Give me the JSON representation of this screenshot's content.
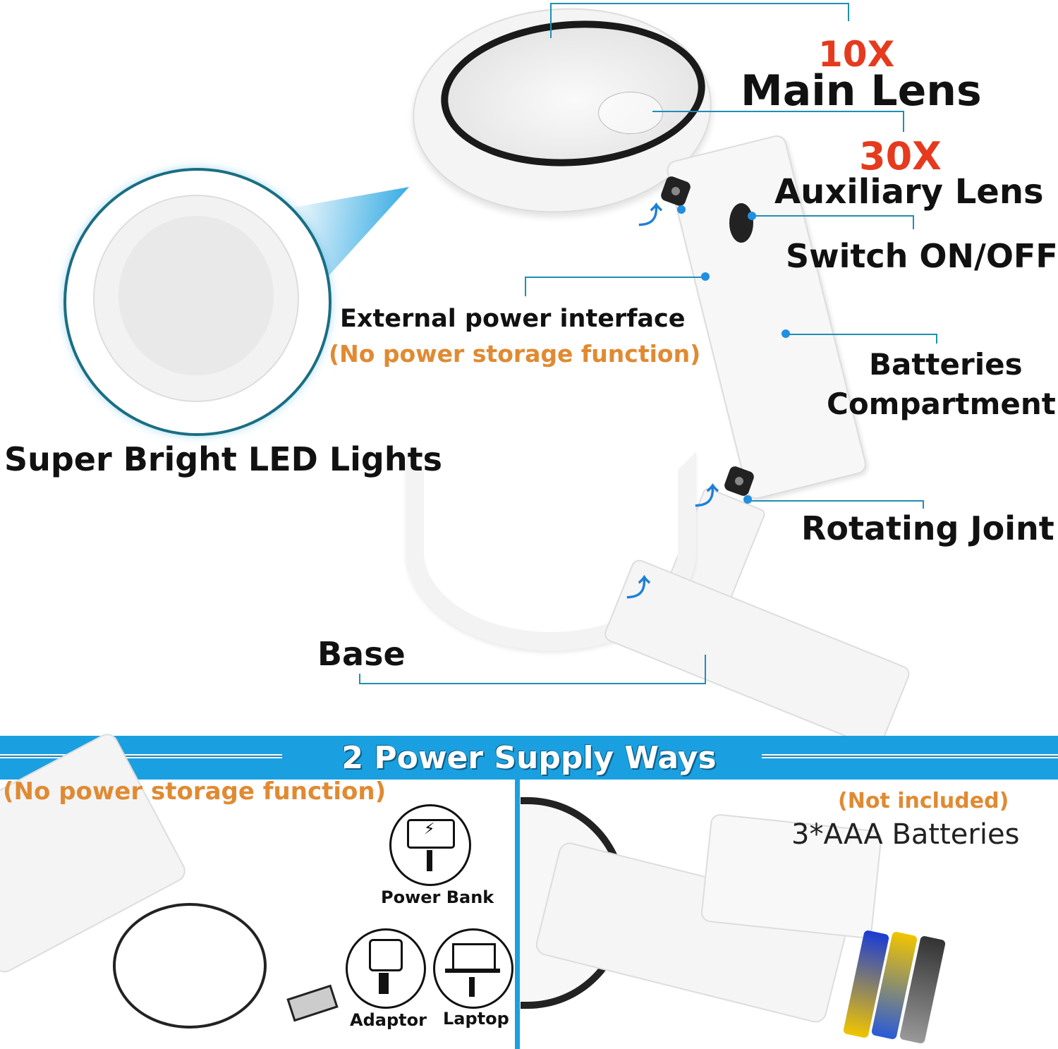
{
  "top_labels": {
    "main_lens_mag": "10X",
    "main_lens": "Main Lens",
    "aux_lens_mag": "30X",
    "aux_lens": "Auxiliary Lens",
    "switch": "Switch ON/OFF",
    "external_power": "External power interface",
    "external_power_note": "(No power storage function)",
    "batteries_line1": "Batteries",
    "batteries_line2": "Compartment",
    "led_lights": "Super Bright LED Lights",
    "rotating_joint": "Rotating Joint",
    "base": "Base"
  },
  "banner": {
    "title": "2 Power Supply Ways"
  },
  "power_left": {
    "note": "(No power storage function)",
    "options": [
      {
        "label": "Power Bank",
        "icon": "power-bank-icon"
      },
      {
        "label": "Adaptor",
        "icon": "wall-outlet-icon"
      },
      {
        "label": "Laptop",
        "icon": "laptop-icon"
      }
    ]
  },
  "power_right": {
    "note": "(Not included)",
    "label": "3*AAA Batteries"
  },
  "colors": {
    "accent_blue": "#1aa0e0",
    "callout_line": "#1f8fb3",
    "magnification_red": "#e63a1e",
    "note_orange": "#e08a32"
  }
}
